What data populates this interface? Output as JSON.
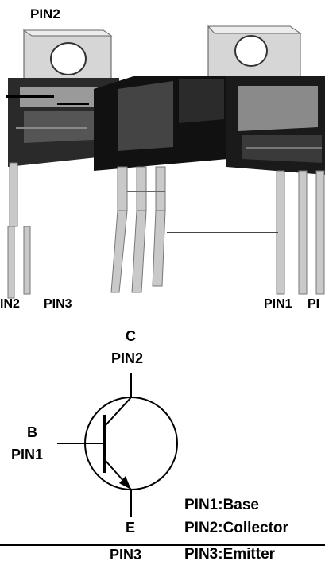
{
  "package_labels": {
    "top": "PIN2",
    "bottom_left_partial": "IN2",
    "bottom_left": "PIN3",
    "bottom_right": "PIN1",
    "bottom_right_partial": "PI"
  },
  "symbol": {
    "collector_letter": "C",
    "collector_pin": "PIN2",
    "base_letter": "B",
    "base_pin": "PIN1",
    "emitter_letter": "E",
    "emitter_pin": "PIN3"
  },
  "legend": {
    "line1": "PIN1:Base",
    "line2": "PIN2:Collector",
    "line3": "PIN3:Emitter"
  },
  "colors": {
    "tab": "#d9d9d9",
    "body": "#111111",
    "lead": "#c8c8c8",
    "ink": "#000000"
  }
}
